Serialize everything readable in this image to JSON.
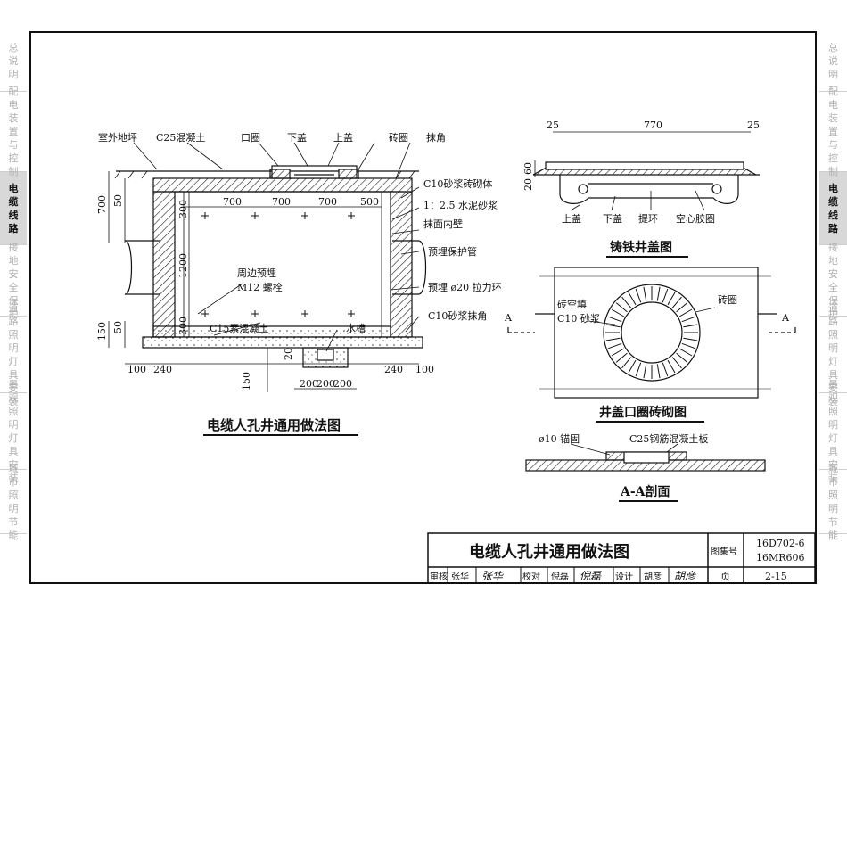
{
  "side_nav": {
    "left": [
      {
        "label": "总说明",
        "active": false
      },
      {
        "label": "配电装置与控制",
        "active": false
      },
      {
        "label": "电缆线路",
        "active": true
      },
      {
        "label": "接地安全保护",
        "active": false
      },
      {
        "label": "道路照明灯具安装",
        "active": false
      },
      {
        "label": "景观照明灯具安装",
        "active": false
      },
      {
        "label": "城市照明节能",
        "active": false
      }
    ],
    "right": [
      {
        "label": "总说明",
        "active": false
      },
      {
        "label": "配电装置与控制",
        "active": false
      },
      {
        "label": "电缆线路",
        "active": true
      },
      {
        "label": "接地安全保护",
        "active": false
      },
      {
        "label": "道路照明灯具安装",
        "active": false
      },
      {
        "label": "景观照明灯具安装",
        "active": false
      },
      {
        "label": "城市照明节能",
        "active": false
      }
    ]
  },
  "main_drawing": {
    "title": "电缆人孔井通用做法图",
    "labels": {
      "ground": "室外地坪",
      "c25": "C25混凝土",
      "kouquan": "口圈",
      "xiagai": "下盖",
      "shanggai": "上盖",
      "zhuanquan": "砖圈",
      "mojiao": "抹角",
      "c10_masonry": "C10砂浆砖砌体",
      "mortar_1_2_5": "1：2.5 水泥砂浆",
      "inner_wall": "抹面内壁",
      "protect_pipe": "预埋保护管",
      "pull_ring": "预埋 ø20 拉力环",
      "c10_corner": "C10砂浆抹角",
      "bolt_1": "周边预埋",
      "bolt_2": "M12 螺栓",
      "c15": "C15素混凝土",
      "water_trough": "水槽"
    },
    "dims": {
      "top": [
        "700",
        "700",
        "700",
        "500"
      ],
      "left_700": "700",
      "left_50a": "50",
      "inner_300a": "300",
      "inner_1200": "1200",
      "inner_300b": "300",
      "left_150": "150",
      "left_50b": "50",
      "bottom_100a": "100",
      "bottom_240a": "240",
      "bottom_240b": "240",
      "bottom_100b": "100",
      "sump_20": "20",
      "sump_150": "150",
      "sump_widths": [
        "200",
        "200",
        "200"
      ]
    }
  },
  "cover_drawing": {
    "title": "铸铁井盖图",
    "dims": {
      "left": "25",
      "mid": "770",
      "right": "25",
      "h60": "60",
      "h20": "20"
    },
    "labels": {
      "shanggai": "上盖",
      "xiagai": "下盖",
      "tihuan": "提环",
      "tube": "空心胶圈"
    }
  },
  "ring_drawing": {
    "title": "井盖口圈砖砌图",
    "labels": {
      "fill_1": "砖空填",
      "fill_2": "C10 砂浆",
      "brick_ring": "砖圈",
      "section_a_left": "A",
      "section_a_right": "A"
    }
  },
  "section_drawing": {
    "title": "A-A剖面",
    "labels": {
      "anchor": "ø10 锚固",
      "slab": "C25钢筋混凝土板"
    }
  },
  "title_block": {
    "title": "电缆人孔井通用做法图",
    "atlas_label": "图集号",
    "atlas_no_1": "16D702-6",
    "atlas_no_2": "16MR606",
    "page_label": "页",
    "page_no": "2-15",
    "review_label": "审核",
    "review_name": "张华",
    "review_sign": "张华",
    "check_label": "校对",
    "check_name": "倪磊",
    "check_sign": "倪磊",
    "design_label": "设计",
    "design_name": "胡彦",
    "design_sign": "胡彦"
  }
}
